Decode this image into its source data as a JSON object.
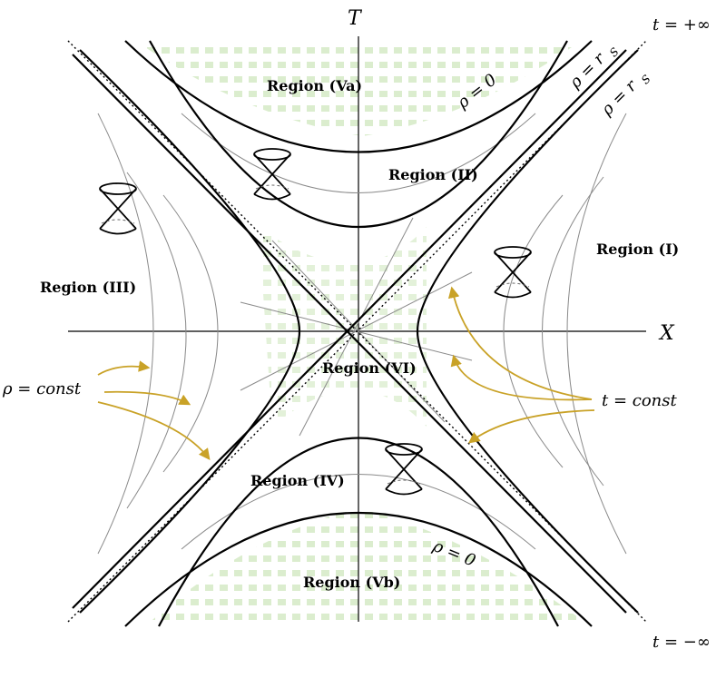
{
  "diagram": {
    "axes": {
      "x_label": "X",
      "y_label": "T"
    },
    "regions": {
      "va": "Region (Va)",
      "ii": "Region (II)",
      "i": "Region (I)",
      "iii": "Region (III)",
      "vi": "Region (VI)",
      "iv": "Region (IV)",
      "vb": "Region (Vb)"
    },
    "annotations": {
      "t_plus_inf": "t = +∞",
      "t_minus_inf": "t = −∞",
      "rho_rs_outer": "ρ = r",
      "rho_rs_inner": "ρ = r",
      "rs_subscript": "S",
      "rho_zero_top": "ρ = 0",
      "rho_zero_bottom": "ρ = 0",
      "rho_const": "ρ = const",
      "t_const": "t = const"
    },
    "colors": {
      "annotation_arrow": "#c9a227",
      "shading": "#d7ebc8",
      "thin_curve": "#8a8a8a"
    }
  }
}
